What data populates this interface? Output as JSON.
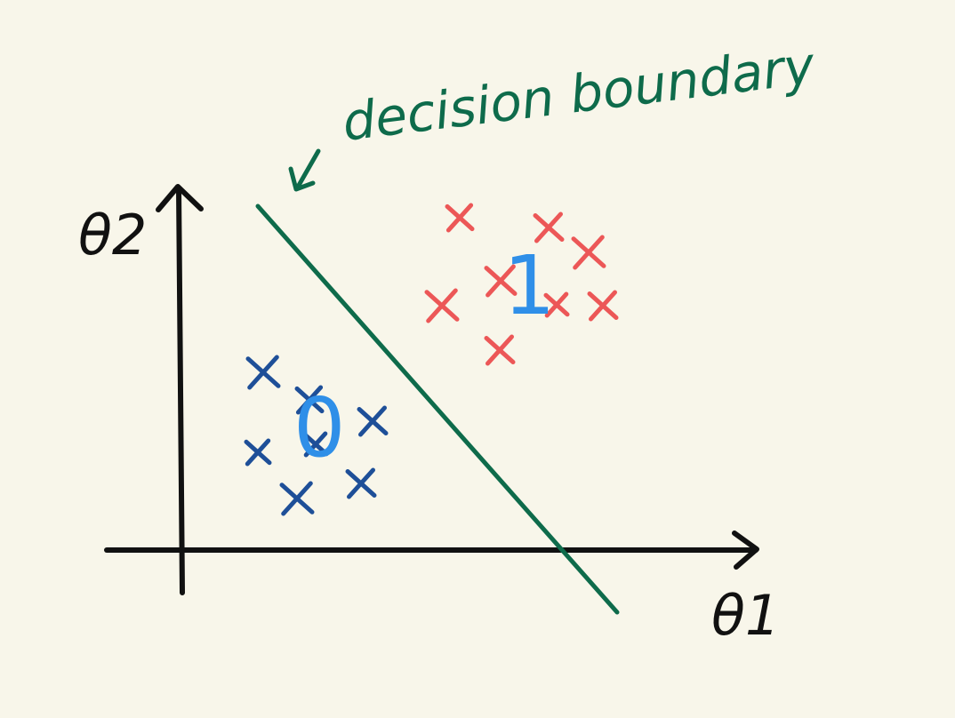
{
  "annotation": {
    "text": "decision boundary"
  },
  "axes": {
    "x_label": "θ1",
    "y_label": "θ2"
  },
  "classes": [
    {
      "label": "0",
      "label_color": "#2f8fe8",
      "marker_color": "#1e4f98"
    },
    {
      "label": "1",
      "label_color": "#2f8fe8",
      "marker_color": "#ec5757"
    }
  ],
  "colors": {
    "background": "#f8f6ea",
    "boundary": "#0e6b4b",
    "axes": "#111111"
  }
}
